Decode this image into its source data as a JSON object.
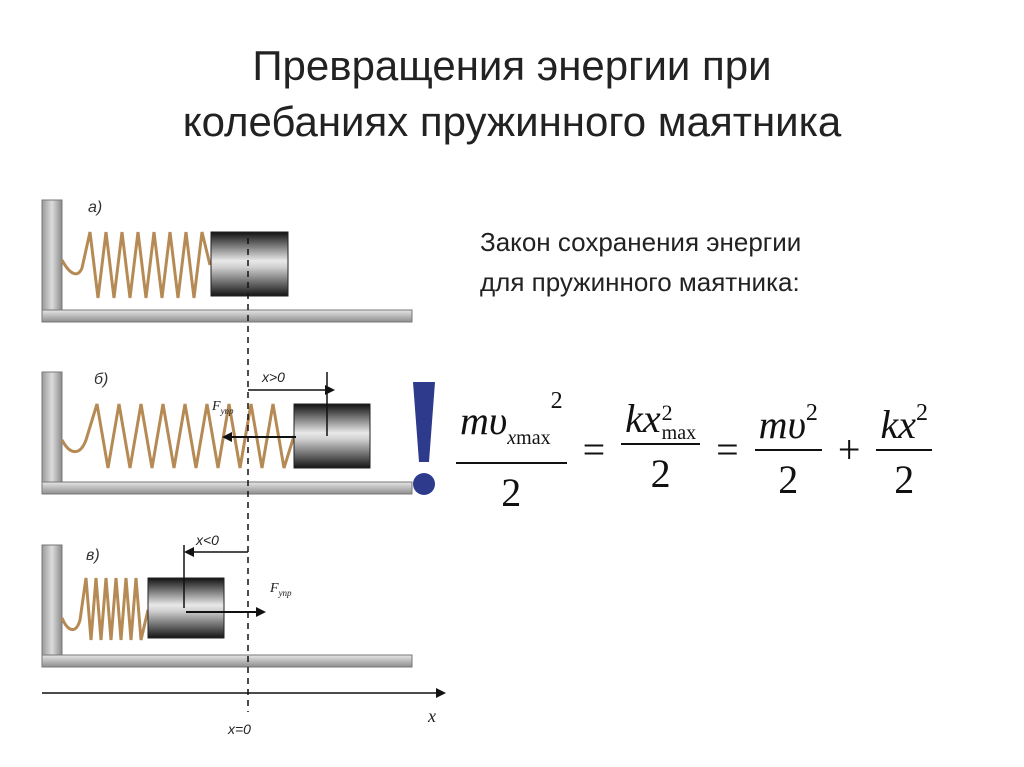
{
  "title": {
    "line1": "Превращения энергии при",
    "line2": "колебаниях пружинного маятника"
  },
  "subtitle": {
    "line1": "Закон сохранения энергии",
    "line2": "для пружинного маятника:"
  },
  "diagram": {
    "panel_a_label": "а)",
    "panel_b_label": "б)",
    "panel_c_label": "в)",
    "x_positive_label": "x>0",
    "x_negative_label": "x<0",
    "x_zero_label": "x=0",
    "x_axis_label": "x",
    "force_symbol": "F",
    "force_subscript": "упр"
  },
  "formula": {
    "m": "m",
    "v": "υ",
    "x_sub": "x",
    "max": "max",
    "sq": "2",
    "k": "k",
    "x": "x",
    "denominator": "2",
    "equals": "=",
    "plus": "+"
  },
  "colors": {
    "exclamation": "#2e3a8c",
    "spring": "#b58a55",
    "block": "#2a2a2a"
  }
}
